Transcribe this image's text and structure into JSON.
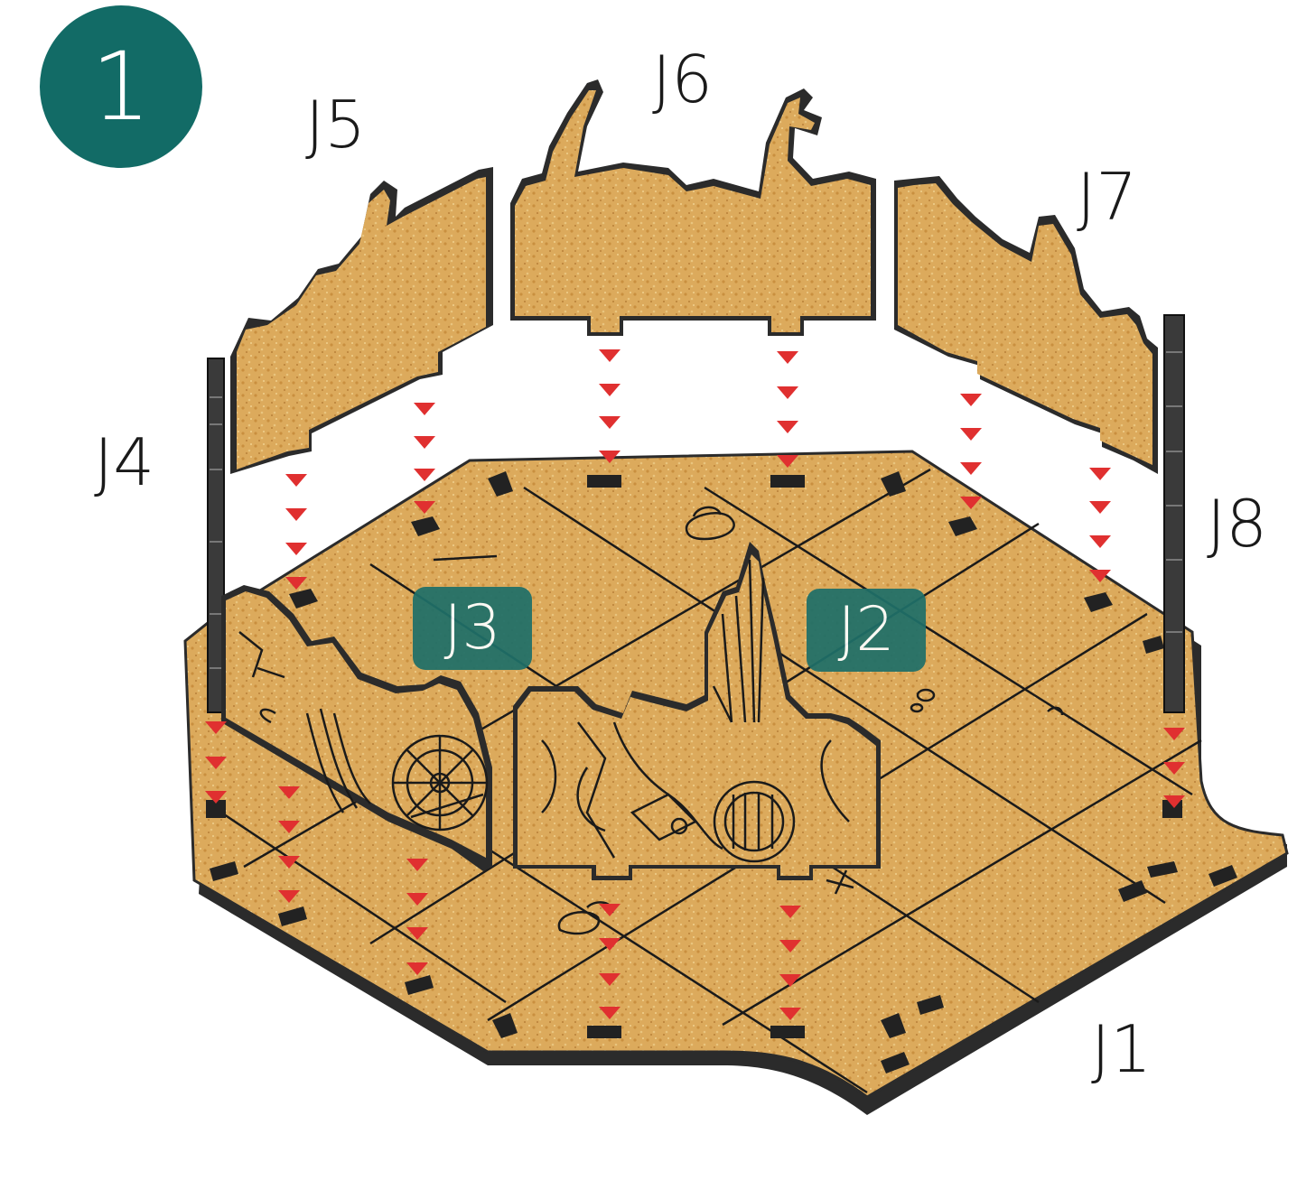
{
  "step": {
    "number": "1",
    "badge_color": "#126b66"
  },
  "labels": {
    "j1": "J1",
    "j2": "J2",
    "j3": "J3",
    "j4": "J4",
    "j5": "J5",
    "j6": "J6",
    "j7": "J7",
    "j8": "J8"
  },
  "colors": {
    "board": "#dcaa5c",
    "board_edge": "#2b2b2b",
    "arrow": "#e03030",
    "tag_bg": "#1f6f68"
  }
}
